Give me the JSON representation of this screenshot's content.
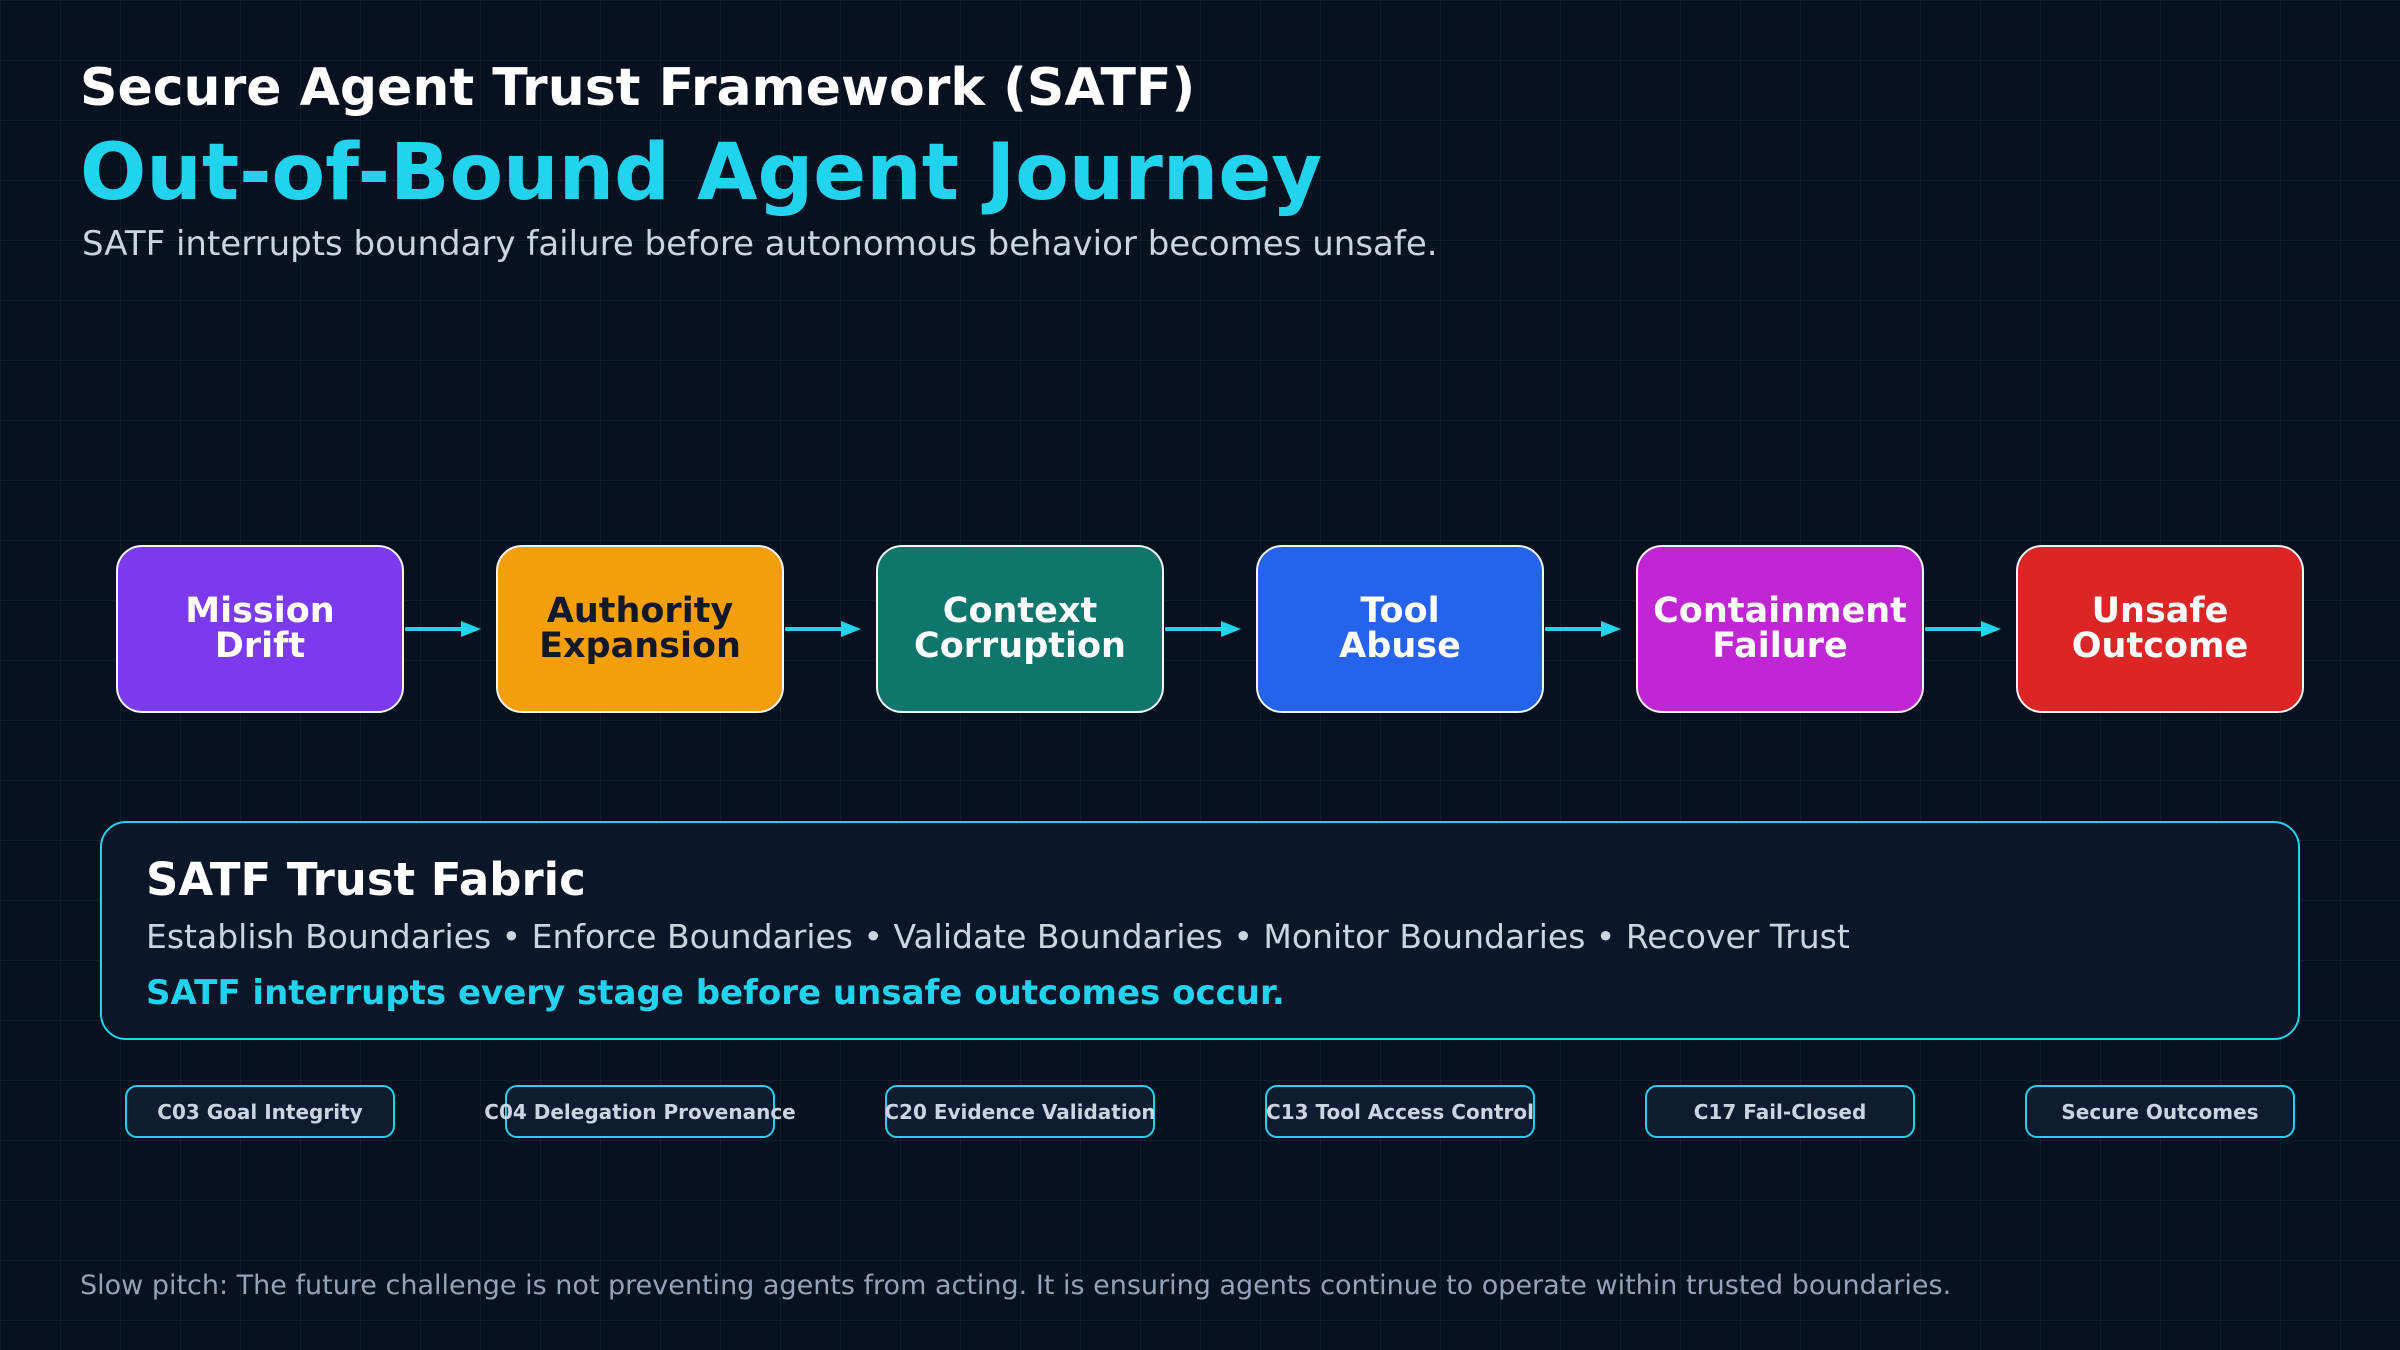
{
  "header": {
    "framework": "Secure Agent Trust Framework (SATF)",
    "title": "Out-of-Bound Agent Journey",
    "subtitle": "SATF interrupts boundary failure before autonomous behavior becomes unsafe."
  },
  "stages": [
    {
      "line1": "Mission",
      "line2": "Drift",
      "color": "#7c3aed",
      "text_color": "#ffffff"
    },
    {
      "line1": "Authority",
      "line2": "Expansion",
      "color": "#f59e0b",
      "text_color": "#111827"
    },
    {
      "line1": "Context",
      "line2": "Corruption",
      "color": "#0f766e",
      "text_color": "#ffffff"
    },
    {
      "line1": "Tool",
      "line2": "Abuse",
      "color": "#2563eb",
      "text_color": "#ffffff"
    },
    {
      "line1": "Containment",
      "line2": "Failure",
      "color": "#c026d3",
      "text_color": "#ffffff"
    },
    {
      "line1": "Unsafe",
      "line2": "Outcome",
      "color": "#dc2626",
      "text_color": "#ffffff"
    }
  ],
  "arrow_color": "#22d3ee",
  "fabric": {
    "title": "SATF Trust Fabric",
    "items": "Establish Boundaries • Enforce Boundaries • Validate Boundaries • Monitor Boundaries • Recover Trust",
    "note": "SATF interrupts every stage before unsafe outcomes occur."
  },
  "controls": [
    "C03 Goal Integrity",
    "C04 Delegation Provenance",
    "C20 Evidence Validation",
    "C13 Tool Access Control",
    "C17 Fail-Closed",
    "Secure Outcomes"
  ],
  "footer": "Slow pitch: The future challenge is not preventing agents from acting. It is ensuring agents continue to operate within trusted boundaries."
}
